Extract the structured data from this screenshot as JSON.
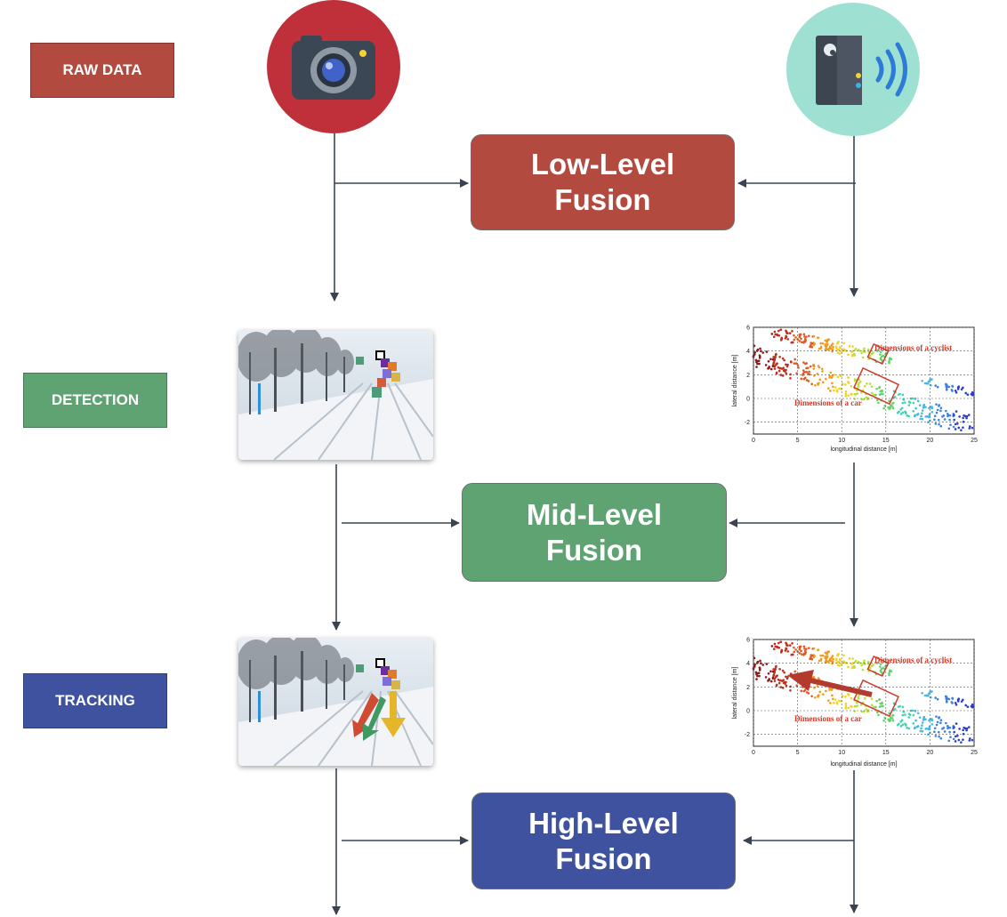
{
  "stages": {
    "raw": {
      "label": "RAW DATA",
      "color": "#b24a3f"
    },
    "detection": {
      "label": "DETECTION",
      "color": "#5fa373"
    },
    "tracking": {
      "label": "TRACKING",
      "color": "#3f52a0"
    }
  },
  "fusion": {
    "low": {
      "line1": "Low-Level",
      "line2": "Fusion",
      "color": "#b24a3f"
    },
    "mid": {
      "line1": "Mid-Level",
      "line2": "Fusion",
      "color": "#5fa373"
    },
    "high": {
      "line1": "High-Level",
      "line2": "Fusion",
      "color": "#3f52a0"
    }
  },
  "sensors": {
    "camera": {
      "icon": "camera-icon",
      "circle_color": "#c0303a"
    },
    "lidar": {
      "icon": "lidar-sensor-icon",
      "circle_color": "#9ee0d2"
    }
  },
  "lidar_plot": {
    "xlabel": "longitudinal distance [m]",
    "ylabel": "lateral distance [m]",
    "x_ticks": [
      "0",
      "5",
      "10",
      "15",
      "20",
      "25"
    ],
    "y_ticks": [
      "6",
      "4",
      "2",
      "0",
      "-2"
    ],
    "annotation_cyclist": "Dimensions of a cyclist",
    "annotation_car": "Dimensions of a car"
  },
  "chart_data": {
    "type": "scatter",
    "xlabel": "longitudinal distance [m]",
    "ylabel": "lateral distance [m]",
    "xlim": [
      0,
      25
    ],
    "ylim": [
      -3,
      6
    ],
    "grid": true,
    "annotations": [
      "Dimensions of a cyclist",
      "Dimensions of a car"
    ]
  },
  "colors": {
    "arrow": "#3a4450"
  }
}
